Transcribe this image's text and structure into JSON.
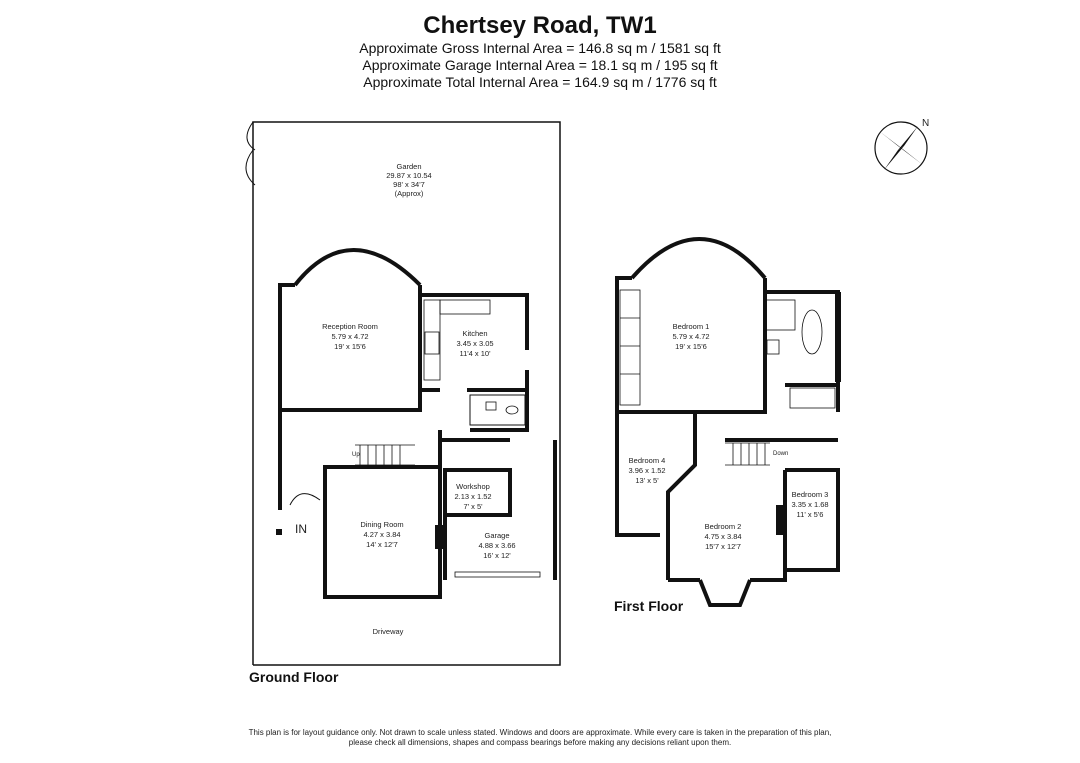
{
  "header": {
    "title": "Chertsey Road, TW1",
    "gross_area": "Approximate Gross Internal Area = 146.8 sq m / 1581 sq ft",
    "garage_area": "Approximate Garage Internal Area = 18.1 sq m / 195 sq ft",
    "total_area": "Approximate Total Internal Area = 164.9 sq m / 1776 sq ft"
  },
  "compass": {
    "north_label": "N"
  },
  "ground_floor": {
    "label": "Ground Floor",
    "entrance_label": "IN",
    "up_label": "Up",
    "driveway_label": "Driveway",
    "garden": {
      "name": "Garden",
      "metric": "29.87 x 10.54",
      "imperial": "98' x 34'7",
      "note": "(Approx)"
    },
    "reception": {
      "name": "Reception Room",
      "metric": "5.79 x 4.72",
      "imperial": "19' x 15'6"
    },
    "kitchen": {
      "name": "Kitchen",
      "metric": "3.45 x 3.05",
      "imperial": "11'4 x 10'"
    },
    "dining": {
      "name": "Dining Room",
      "metric": "4.27 x 3.84",
      "imperial": "14' x 12'7"
    },
    "workshop": {
      "name": "Workshop",
      "metric": "2.13 x 1.52",
      "imperial": "7' x 5'"
    },
    "garage": {
      "name": "Garage",
      "metric": "4.88 x 3.66",
      "imperial": "16' x 12'"
    }
  },
  "first_floor": {
    "label": "First Floor",
    "down_label": "Down",
    "bedroom1": {
      "name": "Bedroom 1",
      "metric": "5.79 x 4.72",
      "imperial": "19' x 15'6"
    },
    "bedroom2": {
      "name": "Bedroom 2",
      "metric": "4.75 x 3.84",
      "imperial": "15'7 x 12'7"
    },
    "bedroom3": {
      "name": "Bedroom 3",
      "metric": "3.35 x 1.68",
      "imperial": "11' x 5'6"
    },
    "bedroom4": {
      "name": "Bedroom 4",
      "metric": "3.96 x 1.52",
      "imperial": "13' x 5'"
    }
  },
  "disclaimer": {
    "line1": "This plan is for layout guidance only. Not drawn to scale unless stated. Windows and doors are approximate. While every care is taken in the preparation of this plan,",
    "line2": "please check all dimensions, shapes and compass bearings before making any decisions reliant upon them."
  }
}
